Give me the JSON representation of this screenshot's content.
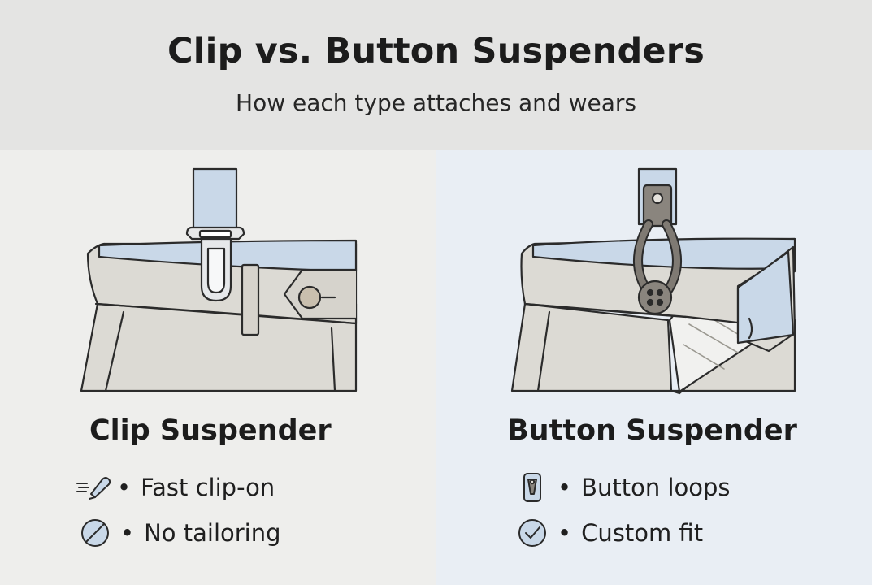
{
  "header": {
    "title": "Clip vs. Button Suspenders",
    "subtitle": "How each type attaches and wears"
  },
  "left_panel": {
    "title": "Clip Suspender",
    "features": [
      {
        "icon": "fast-clip-icon",
        "text": "Fast clip-on"
      },
      {
        "icon": "no-symbol-icon",
        "text": "No tailoring"
      }
    ]
  },
  "right_panel": {
    "title": "Button Suspender",
    "features": [
      {
        "icon": "button-loop-icon",
        "text": "Button loops"
      },
      {
        "icon": "check-circle-icon",
        "text": "Custom fit"
      }
    ]
  },
  "colors": {
    "strap": "#c9d8e8",
    "fabric": "#dcdad4",
    "leather": "#7f7a73",
    "outline": "#2b2b2b"
  }
}
